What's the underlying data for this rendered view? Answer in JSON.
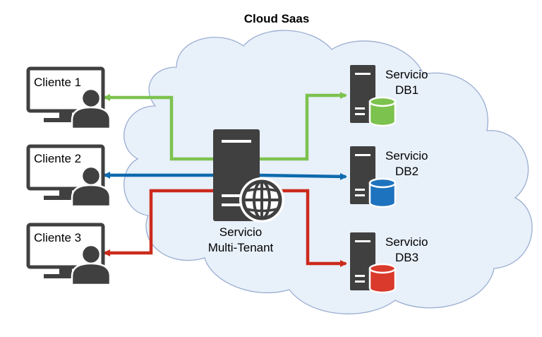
{
  "title": "Cloud Saas",
  "clients": [
    {
      "label": "Cliente 1"
    },
    {
      "label": "Cliente 2"
    },
    {
      "label": "Cliente 3"
    }
  ],
  "hub": {
    "line1": "Servicio",
    "line2": "Multi-Tenant"
  },
  "services": [
    {
      "line1": "Servicio",
      "line2": "DB1",
      "color": "#7cc24e"
    },
    {
      "line1": "Servicio",
      "line2": "DB2",
      "color": "#1e73be"
    },
    {
      "line1": "Servicio",
      "line2": "DB3",
      "color": "#d93a2b"
    }
  ],
  "colors": {
    "cloud_fill": "#e8f0fa",
    "cloud_stroke": "#9aaed0",
    "device": "#404040",
    "green": "#7cc24e",
    "blue": "#0e6aad",
    "red": "#cc2a1c"
  },
  "icons": [
    "monitor-icon",
    "user-icon",
    "server-icon",
    "database-icon",
    "globe-icon",
    "cloud-icon"
  ]
}
